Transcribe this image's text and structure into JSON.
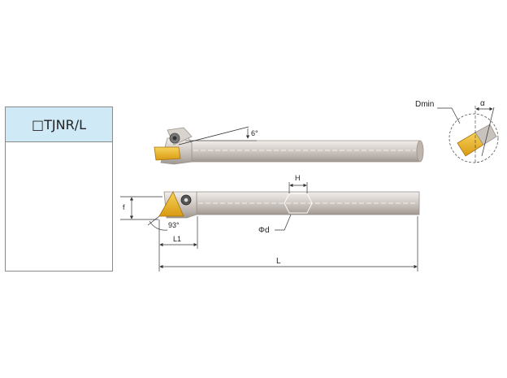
{
  "type_panel": {
    "code": "□TJNR/L"
  },
  "labels": {
    "dmin": "Dmin",
    "alpha": "α",
    "angle_6": "6°",
    "h": "H",
    "f": "f",
    "approach_angle": "93°",
    "l1": "L1",
    "phi_d": "Φd",
    "l": "L"
  },
  "colors": {
    "header_bg": "#cfe9f6",
    "bar_steel": "#c9c3be",
    "insert_gold": "#e8b323",
    "dimension_line": "#333333"
  }
}
